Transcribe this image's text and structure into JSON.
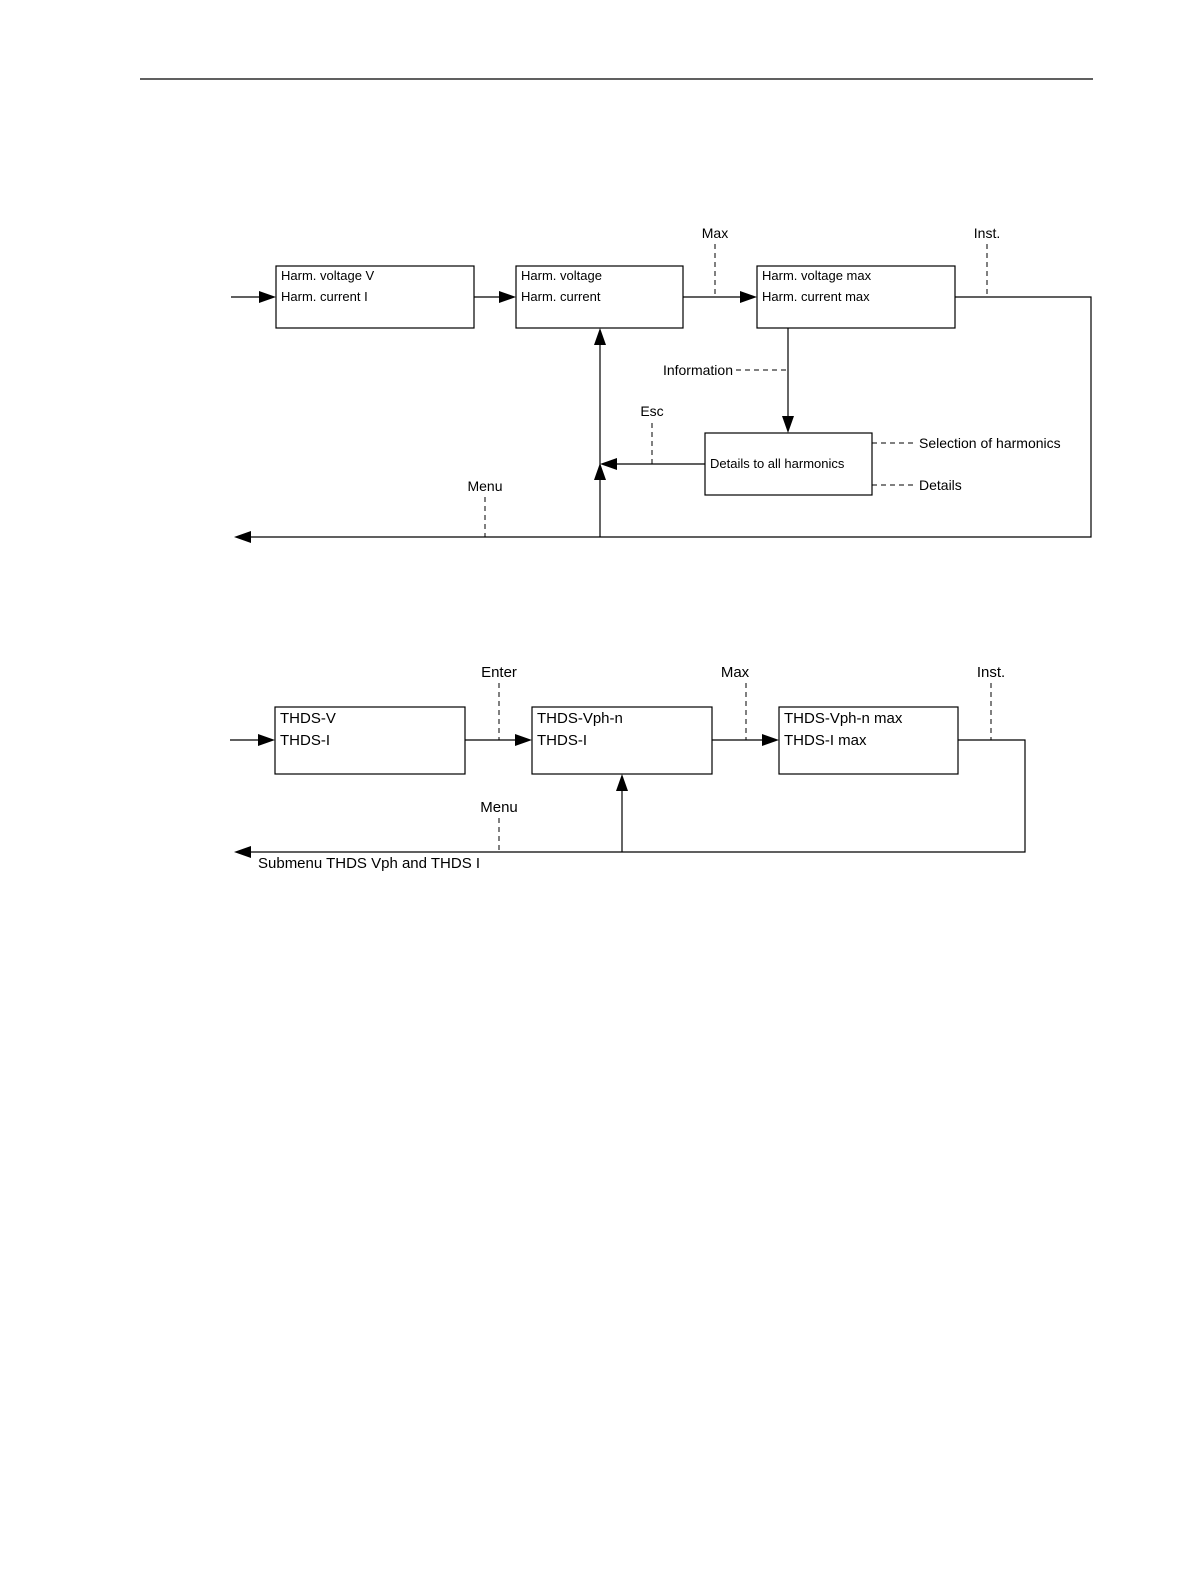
{
  "diagram1": {
    "box1": {
      "line1": "Harm. voltage V",
      "line2": "Harm. current I"
    },
    "box2": {
      "line1": "Harm. voltage",
      "line2": "Harm. current"
    },
    "box3": {
      "line1": "Harm. voltage max",
      "line2": "Harm. current max"
    },
    "box4": {
      "line1": "Details to all harmonics"
    },
    "labels": {
      "max": "Max",
      "inst": "Inst.",
      "information": "Information",
      "esc": "Esc",
      "menu": "Menu",
      "selection": "Selection of harmonics",
      "details": "Details"
    }
  },
  "diagram2": {
    "box1": {
      "line1": "THDS-V",
      "line2": "THDS-I"
    },
    "box2": {
      "line1": "THDS-Vph-n",
      "line2": "THDS-I"
    },
    "box3": {
      "line1": "THDS-Vph-n max",
      "line2": "THDS-I max"
    },
    "labels": {
      "enter": "Enter",
      "max": "Max",
      "inst": "Inst.",
      "menu": "Menu",
      "submenu": "Submenu THDS Vph and THDS I"
    }
  }
}
